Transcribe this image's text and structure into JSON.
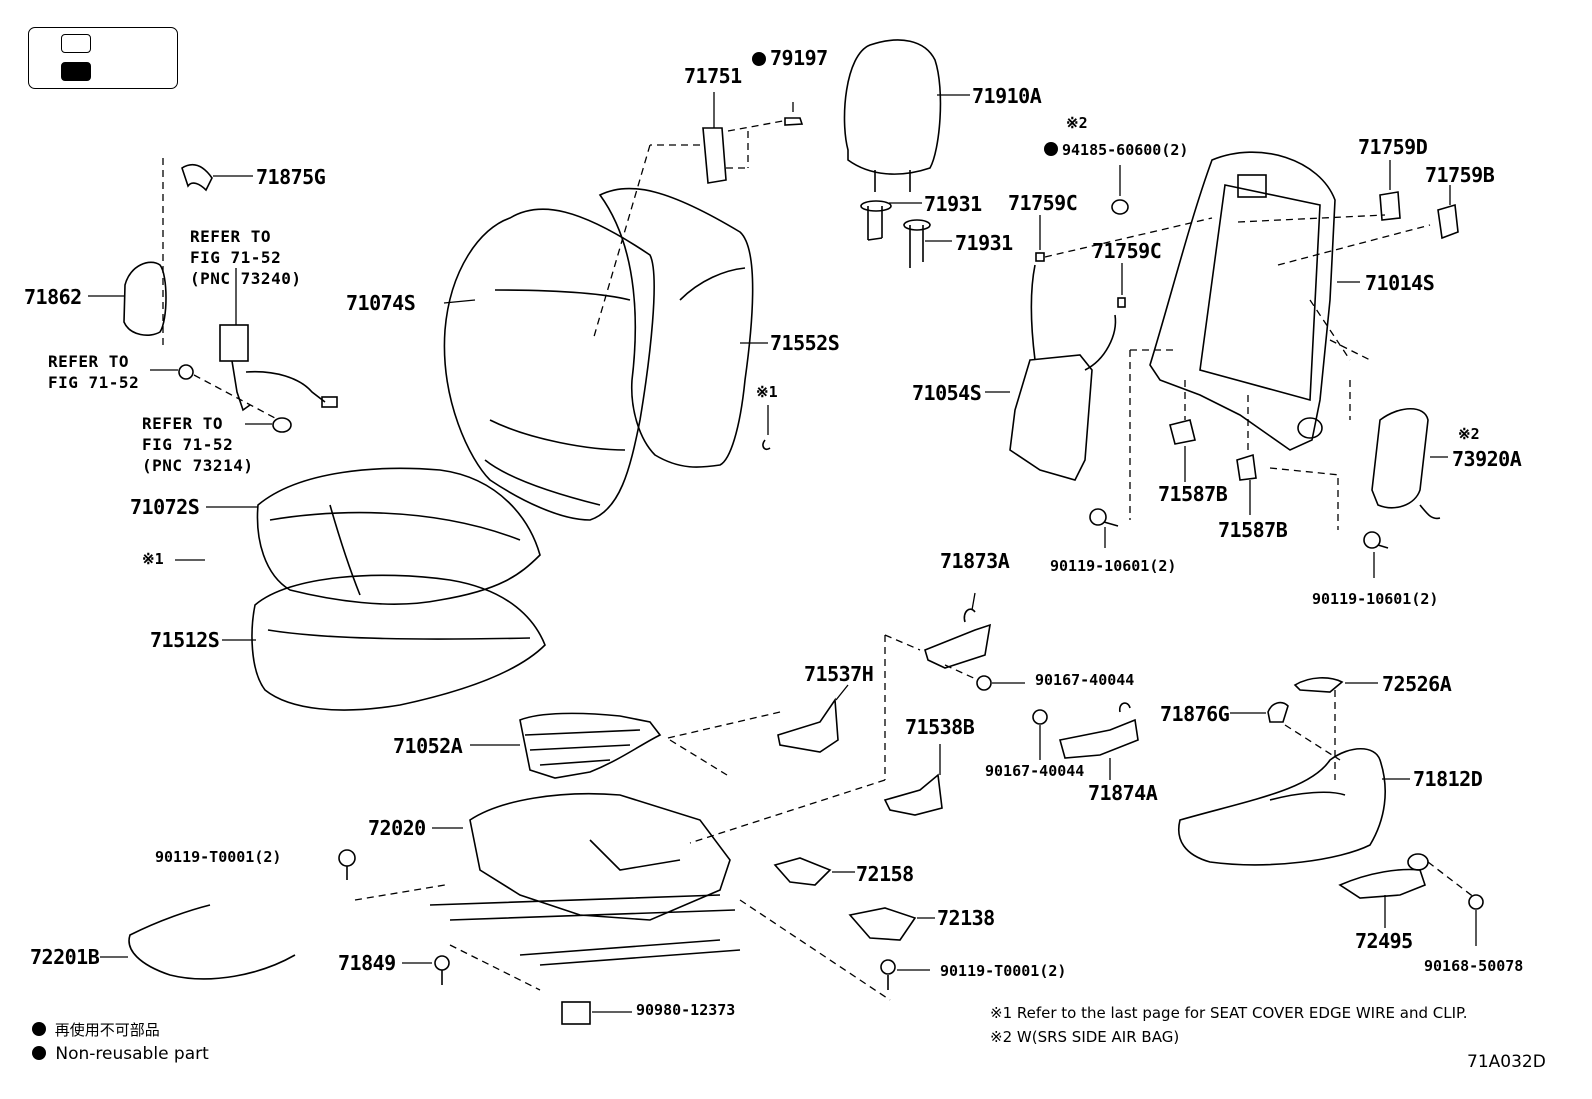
{
  "legend": {
    "box_icons": [
      "white-swatch-icon",
      "black-swatch-icon"
    ]
  },
  "labels": {
    "p71751": "71751",
    "p79197": "79197",
    "p71910A": "71910A",
    "p71875G": "71875G",
    "p71862": "71862",
    "p71074S": "71074S",
    "p71552S": "71552S",
    "p71931a": "71931",
    "p71931b": "71931",
    "p94185": "94185-60600(2)",
    "p71759C_a": "71759C",
    "p71759C_b": "71759C",
    "p71759D": "71759D",
    "p71759B": "71759B",
    "p71014S": "71014S",
    "p71054S": "71054S",
    "p73920A": "73920A",
    "p71587B_a": "71587B",
    "p71587B_b": "71587B",
    "p90119_10601a": "90119-10601(2)",
    "p90119_10601b": "90119-10601(2)",
    "p71072S": "71072S",
    "p71512S": "71512S",
    "p71873A": "71873A",
    "p90167_a": "90167-40044",
    "p90167_b": "90167-40044",
    "p72526A": "72526A",
    "p71876G": "71876G",
    "p71537H": "71537H",
    "p71538B": "71538B",
    "p71874A": "71874A",
    "p71812D": "71812D",
    "p71052A": "71052A",
    "p72020": "72020",
    "p90119_T0001a": "90119-T0001(2)",
    "p90119_T0001b": "90119-T0001(2)",
    "p72158": "72158",
    "p72138": "72138",
    "p72201B": "72201B",
    "p71849": "71849",
    "p90980": "90980-12373",
    "p72495": "72495",
    "p90168": "90168-50078"
  },
  "refs": {
    "refer_a_line1": "REFER TO",
    "refer_a_line2": "FIG 71-52",
    "refer_a_line3": "(PNC 73240)",
    "refer_b_line1": "REFER TO",
    "refer_b_line2": "FIG 71-52",
    "refer_c_line1": "REFER TO",
    "refer_c_line2": "FIG 71-52",
    "refer_c_line3": "(PNC 73214)"
  },
  "marks": {
    "note1_mark": "※1",
    "note2_mark": "※2",
    "note2_mark_b": "※2",
    "note1_mark_b": "※1"
  },
  "footer": {
    "nonreusable_jp": "再使用不可部品",
    "nonreusable_en": "Non-reusable part",
    "note1": "※1  Refer to the last page for SEAT COVER EDGE WIRE and CLIP.",
    "note2": "※2 W(SRS SIDE AIR BAG)",
    "figure_code": "71A032D"
  }
}
